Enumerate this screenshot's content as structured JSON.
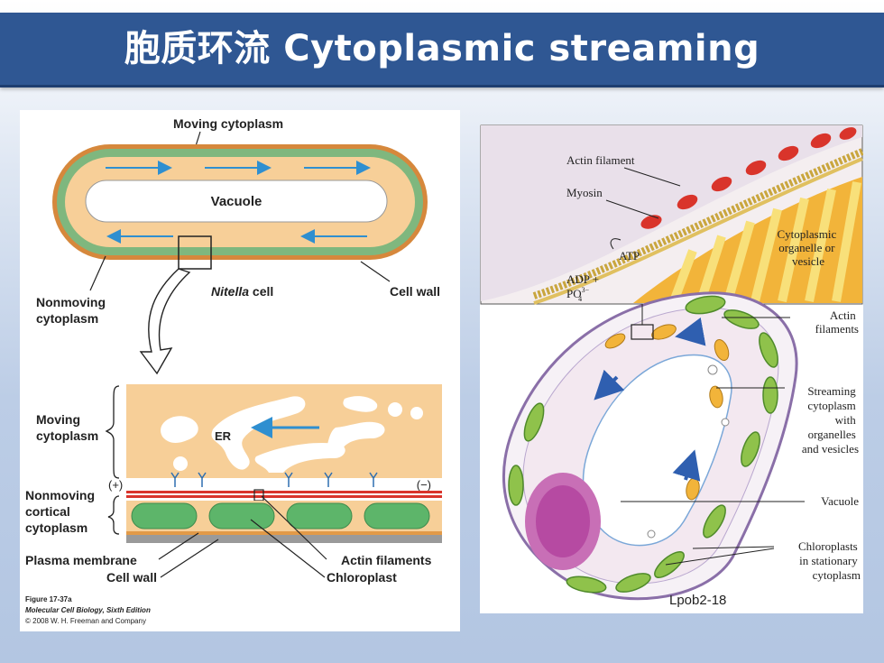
{
  "slide": {
    "title": "胞质环流 Cytoplasmic streaming"
  },
  "left_figure": {
    "moving_cytoplasm_top": "Moving cytoplasm",
    "vacuole": "Vacuole",
    "nonmoving_cytoplasm": [
      "Nonmoving",
      "cytoplasm"
    ],
    "nitella_cell": "Nitella",
    "nitella_suffix": " cell",
    "cell_wall_top": "Cell wall",
    "moving_cytoplasm_detail": [
      "Moving",
      "cytoplasm"
    ],
    "er": "ER",
    "plus": "(+)",
    "minus": "(−)",
    "nonmoving_cortical": [
      "Nonmoving",
      "cortical",
      "cytoplasm"
    ],
    "plasma_membrane": "Plasma membrane",
    "cell_wall_bottom": "Cell wall",
    "actin_filaments": "Actin filaments",
    "chloroplast": "Chloroplast",
    "credit": [
      "Figure 17-37a",
      "Molecular Cell Biology, Sixth Edition",
      "© 2008 W. H. Freeman and Company"
    ]
  },
  "right_figure": {
    "actin_filament": "Actin filament",
    "myosin": "Myosin",
    "atp": "ATP",
    "adp": "ADP +",
    "po4": "PO",
    "po4_sup": "3−",
    "po4_sub": "4",
    "organelle": [
      "Cytoplasmic",
      "organelle or",
      "vesicle"
    ],
    "actin_filaments": [
      "Actin",
      "filaments"
    ],
    "streaming": [
      "Streaming",
      "cytoplasm",
      "with",
      "organelles",
      "and vesicles"
    ],
    "vacuole": "Vacuole",
    "chloroplasts": [
      "Chloroplasts",
      "in stationary",
      "cytoplasm"
    ],
    "figure_id": "Lpob2-18"
  },
  "colors": {
    "title_bar": "#2f5793",
    "cell_wall_green": "#7fb77e",
    "cytoplasm": "#f7cf98",
    "arrow_blue": "#2f8fd0",
    "actin_red": "#d9342b",
    "chloroplast_green": "#5db56a"
  }
}
